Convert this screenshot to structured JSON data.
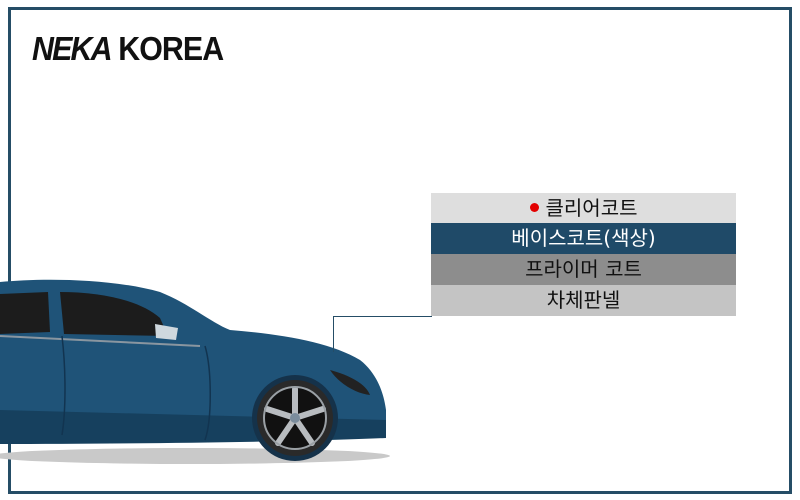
{
  "logo": {
    "part1": "NEKA",
    "part2": " KOREA"
  },
  "layers": [
    {
      "label": "클리어코트",
      "marker": "red-dot",
      "bg": "#dedede",
      "fg": "#111111"
    },
    {
      "label": "베이스코트(색상)",
      "bg": "#1f4a68",
      "fg": "#ffffff"
    },
    {
      "label": "프라이머 코트",
      "bg": "#8d8d8d",
      "fg": "#111111"
    },
    {
      "label": "차체판넬",
      "bg": "#c4c4c4",
      "fg": "#111111"
    }
  ],
  "colors": {
    "frame": "#254d66",
    "car_body": "#1f5378",
    "marker": "#e30000"
  }
}
